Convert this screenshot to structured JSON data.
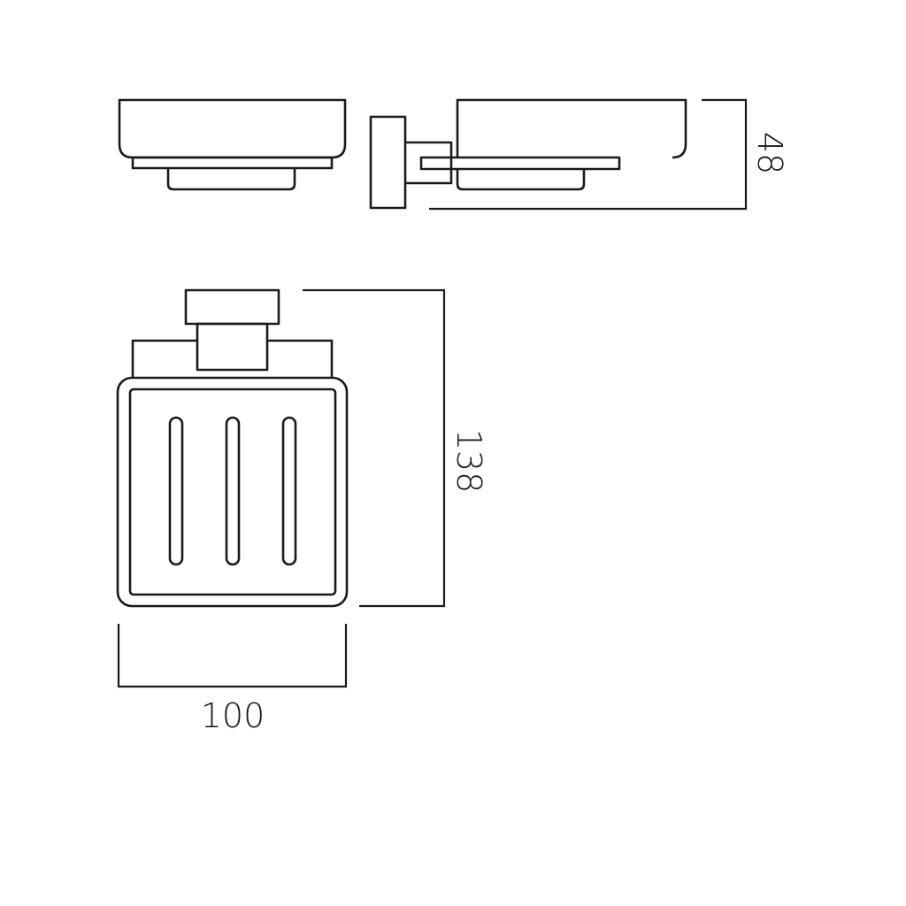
{
  "drawing": {
    "subject": "wall-mounted soap dish technical drawing",
    "units": "mm",
    "stroke_color": "#1a1a1a",
    "background": "#ffffff",
    "views": [
      {
        "name": "front-elevation"
      },
      {
        "name": "side-elevation"
      },
      {
        "name": "plan-view"
      }
    ],
    "dimensions": {
      "depth": {
        "value": "48",
        "orientation": "vertical-rotated"
      },
      "height": {
        "value": "138",
        "orientation": "vertical-rotated"
      },
      "width": {
        "value": "100",
        "orientation": "horizontal"
      }
    }
  }
}
